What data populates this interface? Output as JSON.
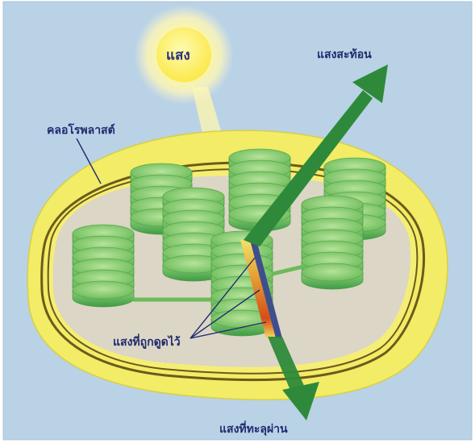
{
  "labels": {
    "light": "แสง",
    "reflected_light": "แสงสะท้อน",
    "chloroplast": "คลอโรพลาสต์",
    "absorbed_light": "แสงที่ถูกดูดไว้",
    "transmitted_light": "แสงที่ทะลุผ่าน"
  },
  "colors": {
    "background": "#b9d2e6",
    "outer_membrane": "#f2ec66",
    "stroma": "#dcd6c6",
    "thylakoid": "#7cc46a",
    "arrow": "#2e8a3a",
    "sun": "#fff27a",
    "label_text": "#1f2a6e"
  }
}
